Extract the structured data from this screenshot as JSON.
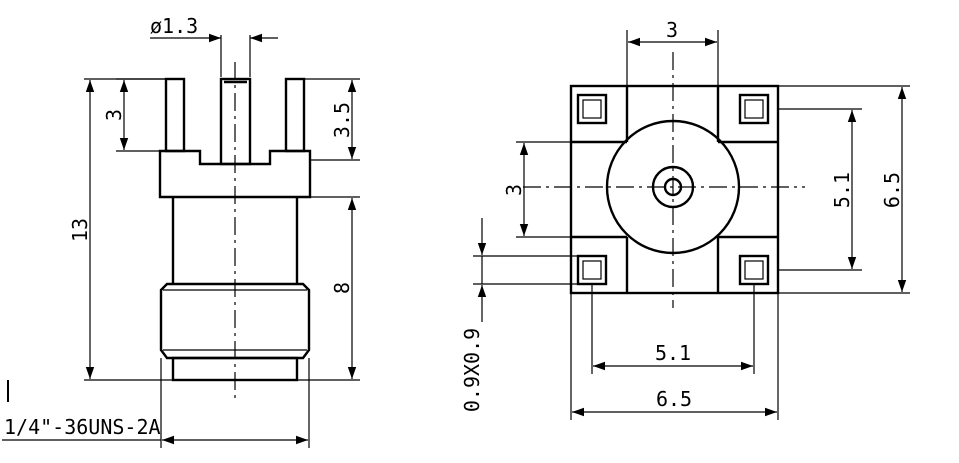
{
  "side_view": {
    "dims": {
      "pin_diameter": "ø1.3",
      "outer_pin_length": "3",
      "center_pin_length": "3.5",
      "overall_height": "13",
      "body_height": "8",
      "thread": "1/4\"-36UNS-2A"
    }
  },
  "top_view": {
    "dims": {
      "pad_spacing_top": "3",
      "pad_spacing_left": "3",
      "pad_center_vertical": "5.1",
      "overall_vertical": "6.5",
      "pad_size": "0.9X0.9",
      "pad_center_horizontal": "5.1",
      "overall_horizontal": "6.5"
    }
  }
}
